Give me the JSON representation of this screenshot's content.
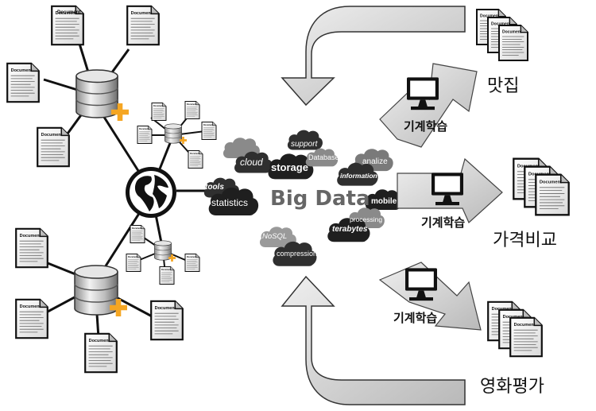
{
  "center_title": "Big Data",
  "doc_label": "Document",
  "cloud_words": {
    "support": "support",
    "cloud": "cloud",
    "storage": "storage",
    "database": "Database",
    "analize": "analize",
    "information": "information",
    "tools": "tools",
    "statistics": "statistics",
    "mobile": "mobile",
    "processing": "processing",
    "terabytes": "terabytes",
    "nosql": "NoSQL",
    "compression": "compression"
  },
  "ml_labels": [
    "기계학습",
    "기계학습",
    "기계학습"
  ],
  "outputs": [
    "맛집",
    "가격비교",
    "영화평가"
  ],
  "colors": {
    "accent_plus": "#f5a623",
    "cloud_dark": "#2b2b2b",
    "cloud_mid": "#7a7a7a",
    "arrow_gray": "#d8d8d8",
    "database_silver": "#c8c8c8"
  },
  "icons": [
    "document-icon",
    "database-icon",
    "globe-icon",
    "monitor-icon",
    "cloud-icon",
    "plus-icon"
  ]
}
